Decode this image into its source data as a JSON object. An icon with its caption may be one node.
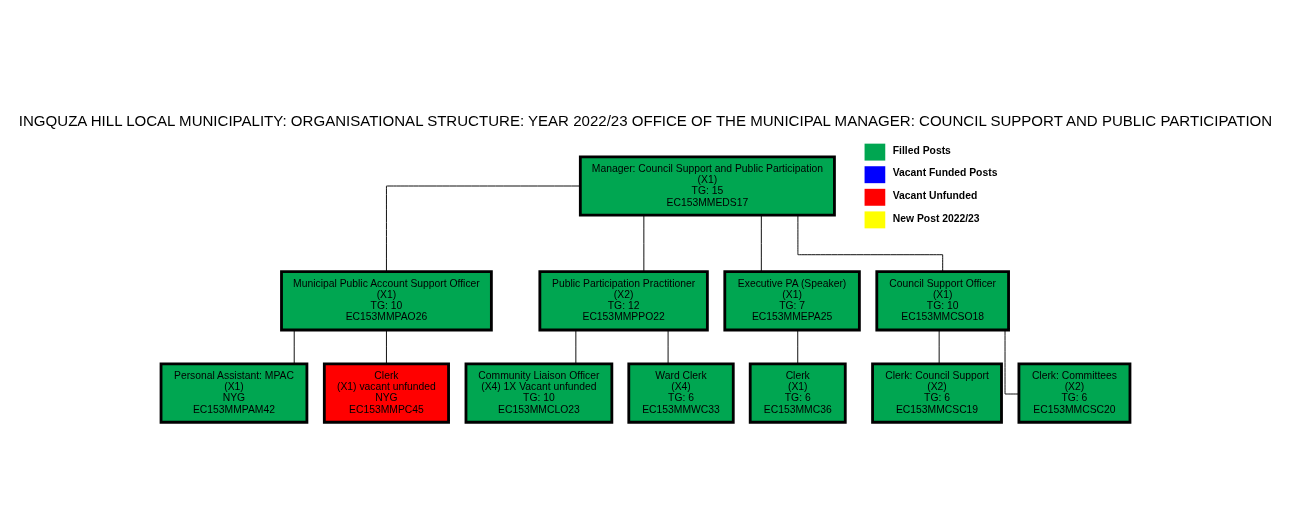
{
  "diagram": {
    "title": "INGQUZA HILL LOCAL MUNICIPALITY: ORGANISATIONAL STRUCTURE: YEAR 2022/23 OFFICE OF THE MUNICIPAL MANAGER: COUNCIL SUPPORT AND PUBLIC PARTICIPATION",
    "nodes": [
      {
        "text": [
          "Manager: Council Support and Public Participation",
          "(X1)",
          "TG: 15",
          "EC153MMEDS17"
        ]
      },
      {
        "text": [
          "Municipal Public Account Support Officer",
          "(X1)",
          "TG: 10",
          "EC153MMPAO26"
        ]
      },
      {
        "text": [
          "Public Participation Practitioner",
          "(X2)",
          "TG: 12",
          "EC153MMPPO22"
        ]
      },
      {
        "text": [
          "Executive PA (Speaker)",
          "(X1)",
          "TG: 7",
          "EC153MMEPA25"
        ]
      },
      {
        "text": [
          "Council Support Officer",
          "(X1)",
          "TG: 10",
          "EC153MMCSO18"
        ]
      },
      {
        "text": [
          "Personal Assistant: MPAC",
          "(X1)",
          "NYG",
          "EC153MMPAM42"
        ]
      },
      {
        "text": [
          "Clerk",
          "(X1) vacant unfunded",
          "NYG",
          "EC153MMPC45"
        ]
      },
      {
        "text": [
          "Community Liaison Officer",
          "(X4) 1X Vacant unfunded",
          "TG: 10",
          "EC153MMCLO23"
        ]
      },
      {
        "text": [
          "Ward Clerk",
          "(X4)",
          "TG: 6",
          "EC153MMWC33"
        ]
      },
      {
        "text": [
          "Clerk",
          "(X1)",
          "TG: 6",
          "EC153MMC36"
        ]
      },
      {
        "text": [
          "Clerk: Council Support",
          "(X2)",
          "TG: 6",
          "EC153MMCSC19"
        ]
      },
      {
        "text": [
          "Clerk: Committees",
          "(X2)",
          "TG: 6",
          "EC153MMCSC20"
        ]
      }
    ],
    "edges": [
      {
        "from": 0,
        "to": 1,
        "arrow": "none"
      },
      {
        "from": 0,
        "to": 2,
        "arrow": "none"
      },
      {
        "from": 0,
        "to": 3,
        "arrow": "none"
      },
      {
        "from": 0,
        "to": 4,
        "arrow": "none"
      },
      {
        "from": 1,
        "to": 5,
        "arrow": "none"
      },
      {
        "from": 1,
        "to": 6,
        "arrow": "none"
      },
      {
        "from": 2,
        "to": 7,
        "arrow": "none"
      },
      {
        "from": 2,
        "to": 8,
        "arrow": "none"
      },
      {
        "from": 3,
        "to": 9,
        "arrow": "none"
      },
      {
        "from": 4,
        "to": 10,
        "arrow": "none"
      },
      {
        "from": 4,
        "to": 11,
        "arrow": "none"
      }
    ],
    "legend": [
      {
        "text": "Filled Posts",
        "color": "#00a651"
      },
      {
        "text": "Vacant Funded Posts",
        "color": "#0000ff"
      },
      {
        "text": "Vacant Unfunded",
        "color": "#ff0000"
      },
      {
        "text": "New Post 2022/23",
        "color": "#ffff00"
      }
    ]
  }
}
